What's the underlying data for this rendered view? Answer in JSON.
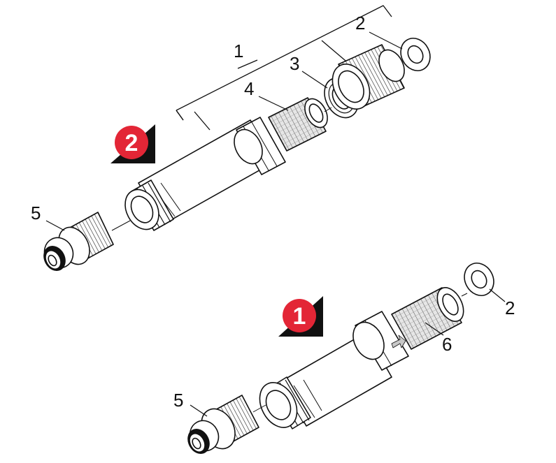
{
  "diagram": {
    "colors": {
      "line": "#111111",
      "paper": "#ffffff",
      "accent": "#e32636",
      "shade": "#c8c8c8",
      "mesh": "#9a9a9a"
    },
    "callouts": {
      "c1": "1",
      "c2_top": "2",
      "c3": "3",
      "c4": "4",
      "c5_top": "5",
      "c2_bottom": "2",
      "c6": "6",
      "c5_bottom": "5"
    },
    "badges": {
      "step_2": "2",
      "step_1": "1"
    }
  }
}
